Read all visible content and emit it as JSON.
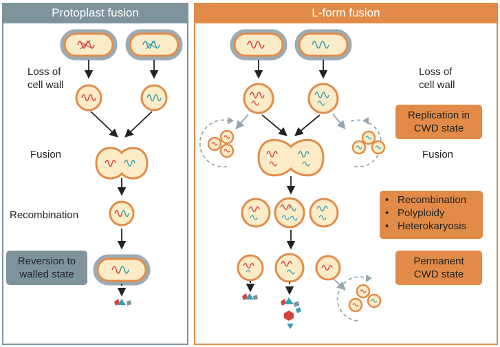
{
  "colors": {
    "orange": "#e28b48",
    "cream": "#fbecc7",
    "gray_header": "#7f939d",
    "wall": "#9aabb6",
    "red_dna": "#d3443f",
    "teal_dna": "#3a9fb3",
    "dashed_gray": "#94a6b1"
  },
  "left_panel": {
    "title": "Protoplast fusion",
    "labels": {
      "loss_of_cell_wall": [
        "Loss of",
        "cell wall"
      ],
      "fusion": "Fusion",
      "recombination": "Recombination"
    },
    "reversion_box": [
      "Reversion to",
      "walled state"
    ]
  },
  "right_panel": {
    "title": "L-form fusion",
    "labels": {
      "loss_of_cell_wall": [
        "Loss of",
        "cell wall"
      ],
      "fusion": "Fusion"
    },
    "replication_box": [
      "Replication in",
      "CWD state"
    ],
    "outcomes_box": [
      "Recombination",
      "Polyploidy",
      "Heterokaryosis"
    ],
    "permanent_box": [
      "Permanent",
      "CWD state"
    ]
  }
}
